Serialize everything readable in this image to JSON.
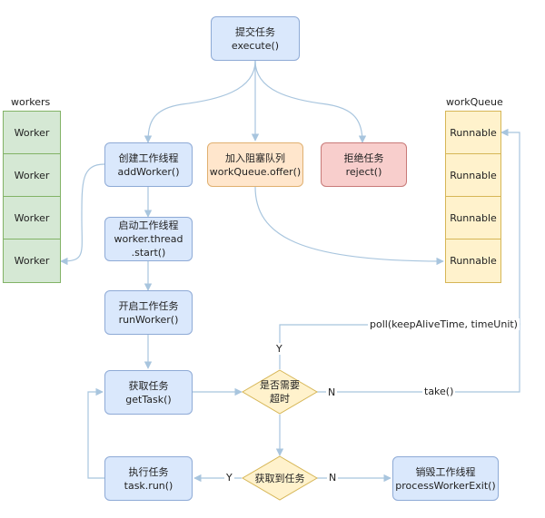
{
  "flow": {
    "submit": {
      "line1": "提交任务",
      "line2": "execute()"
    },
    "add_worker": {
      "line1": "创建工作线程",
      "line2": "addWorker()"
    },
    "offer": {
      "line1": "加入阻塞队列",
      "line2": "workQueue.offer()"
    },
    "reject": {
      "line1": "拒绝任务",
      "line2": "reject()"
    },
    "start": {
      "line1": "启动工作线程",
      "line2": "worker.thread",
      "line3": ".start()"
    },
    "run_worker": {
      "line1": "开启工作任务",
      "line2": "runWorker()"
    },
    "get_task": {
      "line1": "获取任务",
      "line2": "getTask()"
    },
    "timeout_check": {
      "line1": "是否需要",
      "line2": "超时"
    },
    "got_task": {
      "line1": "获取到任务"
    },
    "run_task": {
      "line1": "执行任务",
      "line2": "task.run()"
    },
    "exit": {
      "line1": "销毁工作线程",
      "line2": "processWorkerExit()"
    }
  },
  "workers": {
    "title": "workers",
    "items": [
      "Worker",
      "Worker",
      "Worker",
      "Worker"
    ]
  },
  "queue": {
    "title": "workQueue",
    "items": [
      "Runnable",
      "Runnable",
      "Runnable",
      "Runnable"
    ]
  },
  "edge_labels": {
    "poll": "poll(keepAliveTime, timeUnit)",
    "take": "take()",
    "y_timeout": "Y",
    "n_timeout": "N",
    "y_got": "Y",
    "n_got": "N"
  },
  "colors": {
    "process": "#dae8fc",
    "queue_action": "#ffe6cc",
    "reject": "#f8cecc",
    "worker": "#d5e8d4",
    "runnable": "#fff2cc",
    "decision": "#fff2cc",
    "arrow": "#a8c5de"
  }
}
